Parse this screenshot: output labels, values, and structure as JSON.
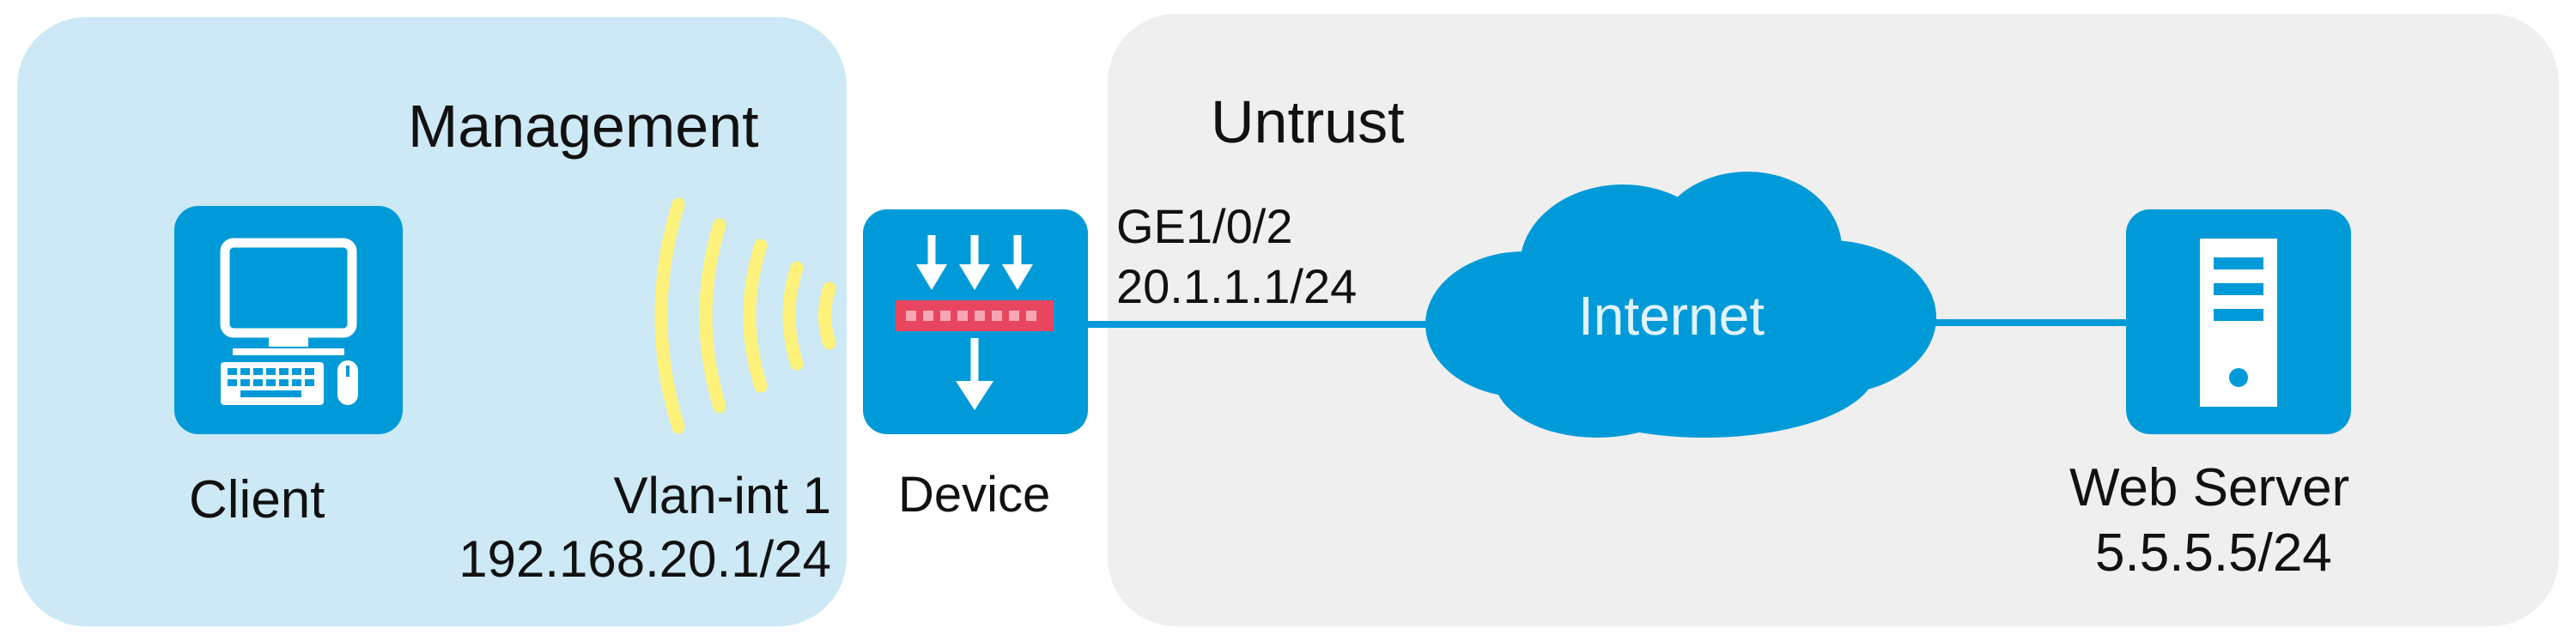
{
  "zones": {
    "management": {
      "title": "Management"
    },
    "untrust": {
      "title": "Untrust"
    }
  },
  "devices": {
    "client": {
      "label": "Client"
    },
    "device": {
      "label": "Device"
    },
    "cloud": {
      "label": "Internet"
    },
    "server": {
      "label": "Web Server",
      "address": "5.5.5.5/24"
    }
  },
  "interfaces": {
    "vlan": {
      "name": "Vlan-int 1",
      "address": "192.168.20.1/24"
    },
    "ge": {
      "name": "GE1/0/2",
      "address": "20.1.1.1/24"
    }
  },
  "colors": {
    "icon_blue": "#009ad8",
    "management_bg": "#cde9f5",
    "untrust_bg": "#efefef",
    "wifi_yellow": "#fff27a",
    "filter_red": "#e8465f"
  }
}
